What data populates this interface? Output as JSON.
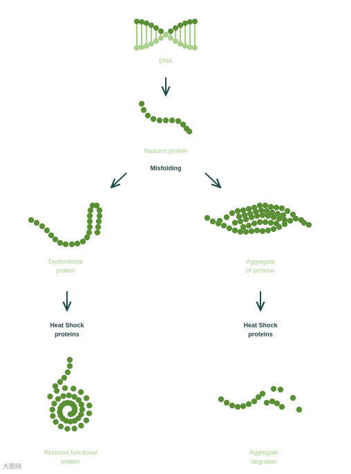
{
  "colors": {
    "dark_bead": "#5a8f35",
    "light_bead": "#a8d08a",
    "arrow": "#1f4a4e",
    "label_light": "#a8d08a",
    "label_dark": "#1f3f44"
  },
  "labels": {
    "dna": "DNA",
    "nascent": "Nascent protein",
    "misfolding": "Misfolding",
    "dysfunctional_1": "Dysfuntional",
    "dysfunctional_2": "protein",
    "aggregate_1": "Aggregate",
    "aggregate_2": "of proteins",
    "hsp_left_1": "Heat Shock",
    "hsp_left_2": "proteins",
    "hsp_right_1": "Heat Shock",
    "hsp_right_2": "proteins",
    "restored_1": "Restored functional",
    "restored_2": "protein",
    "degradation_1": "Aggregate",
    "degradation_2": "degration"
  },
  "watermark": "大图网"
}
